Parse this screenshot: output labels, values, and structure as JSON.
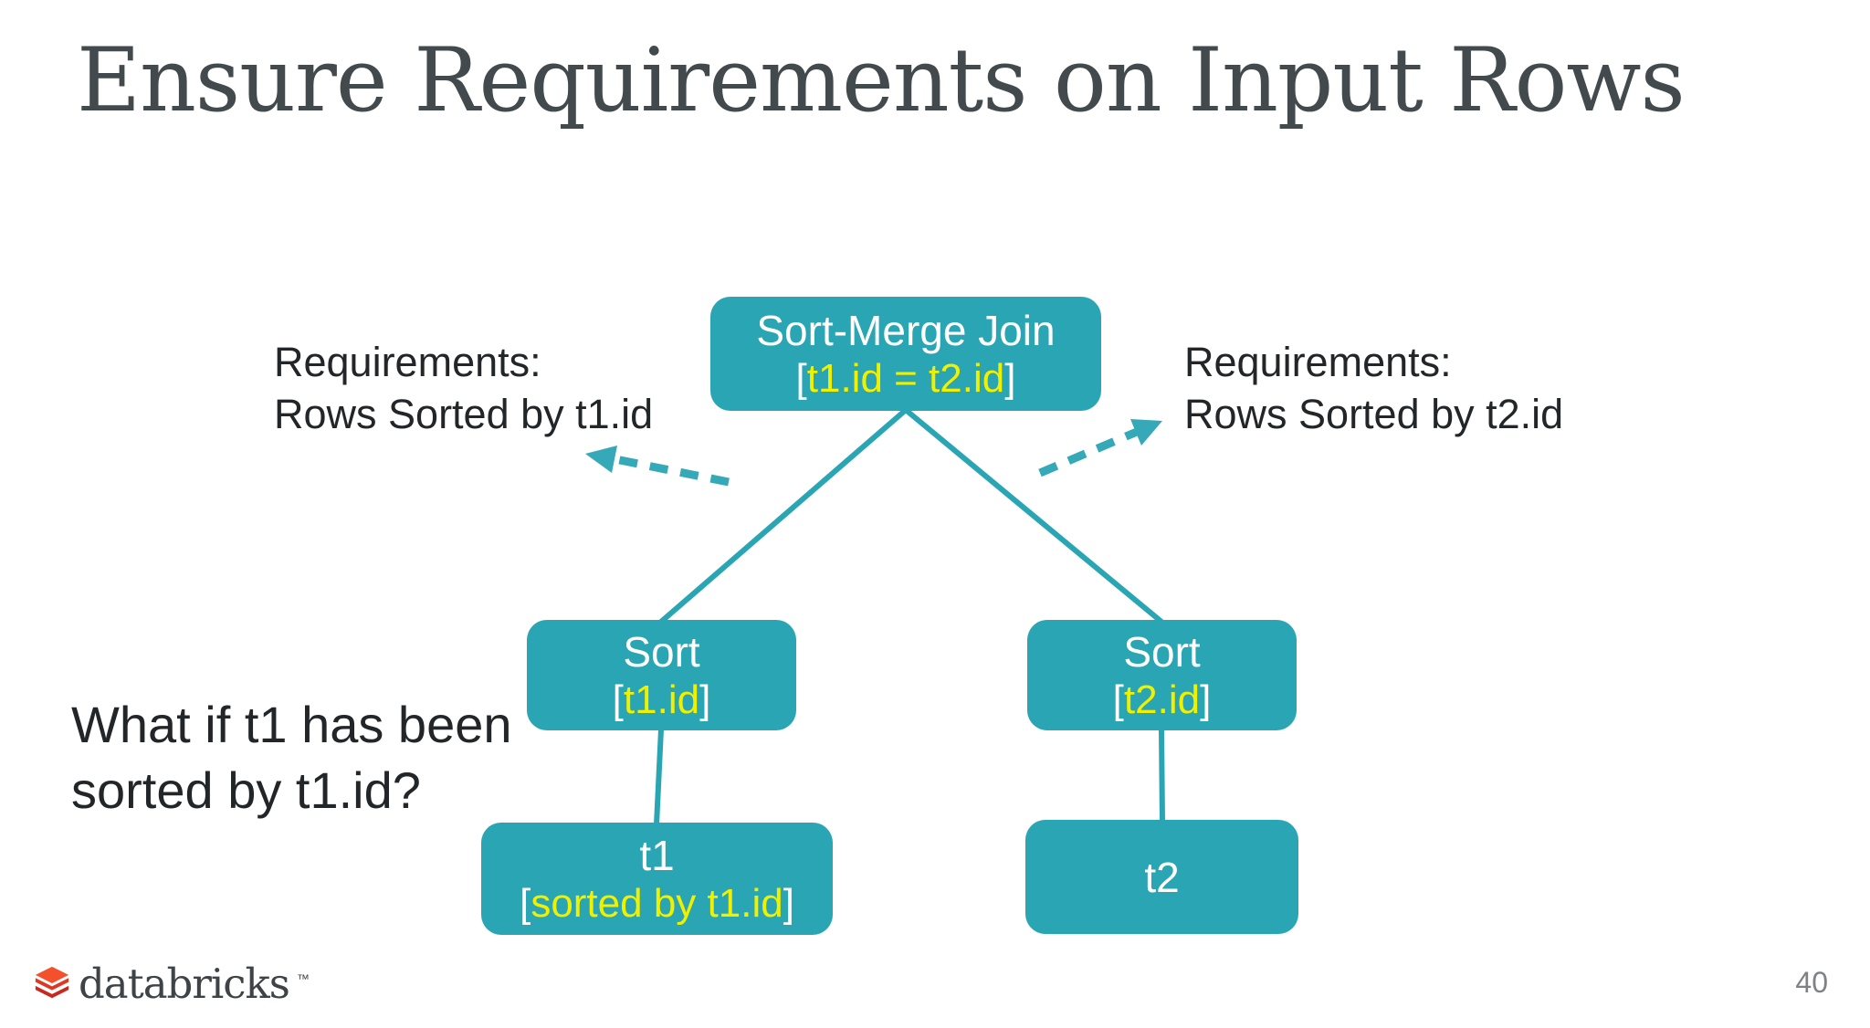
{
  "slide": {
    "title": "Ensure Requirements on Input Rows",
    "page_number": "40"
  },
  "annotations": {
    "left_requirement": {
      "line1": "Requirements:",
      "line2": "Rows Sorted by t1.id"
    },
    "right_requirement": {
      "line1": "Requirements:",
      "line2": "Rows Sorted by t2.id"
    },
    "question": {
      "line1": "What if t1 has been",
      "line2": "sorted by t1.id?"
    }
  },
  "diagram": {
    "join_node": {
      "title": "Sort-Merge Join",
      "open": "[",
      "expr": "t1.id = t2.id",
      "close": "]"
    },
    "left_sort_node": {
      "title": "Sort",
      "open": "[",
      "expr": "t1.id",
      "close": "]"
    },
    "right_sort_node": {
      "title": "Sort",
      "open": "[",
      "expr": "t2.id",
      "close": "]"
    },
    "left_table_node": {
      "title": "t1",
      "open": "[",
      "expr": "sorted by t1.id",
      "close": "]"
    },
    "right_table_node": {
      "title": "t2"
    }
  },
  "footer": {
    "brand": "databricks",
    "trademark": "™"
  },
  "colors": {
    "background": "#FFFFFF",
    "node_fill": "#2AA5B3",
    "connector": "#2AA5B3",
    "arrow": "#35A9B8",
    "highlight": "#F0F000",
    "node_text": "#FFFFFF",
    "title_text": "#434A4E",
    "body_text": "#232629",
    "page_number": "#7E8286",
    "brand_text": "#3E4347",
    "brand_orange": "#F4502C",
    "brand_red_mid": "#DE3822",
    "brand_red_dark": "#C9281D"
  }
}
